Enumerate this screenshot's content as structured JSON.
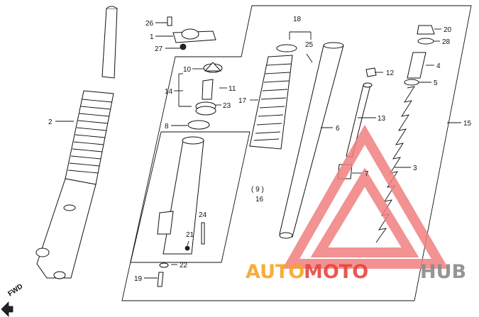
{
  "diagram": {
    "labels": {
      "p1": "1",
      "p2": "2",
      "p3": "3",
      "p4": "4",
      "p5": "5",
      "p6": "6",
      "p7": "7",
      "p8": "8",
      "p10": "10",
      "p11": "11",
      "p12": "12",
      "p13": "13",
      "p14": "14",
      "p15": "15",
      "p16": "16",
      "p17": "17",
      "p18": "18",
      "p19": "19",
      "p20": "20",
      "p21": "21",
      "p22": "22",
      "p23": "23",
      "p24": "24",
      "p25": "25",
      "p26": "26",
      "p27": "27",
      "p28": "28",
      "p9": "( 9 )"
    },
    "fwd_label": "FWD"
  },
  "watermark": {
    "part1": "AUTO",
    "part2": "MOTO",
    "part3": "HUB",
    "colors": {
      "auto": "#f5a623",
      "moto": "#e8463c",
      "hub": "#8a8a8a",
      "logo": "#f08080"
    }
  }
}
